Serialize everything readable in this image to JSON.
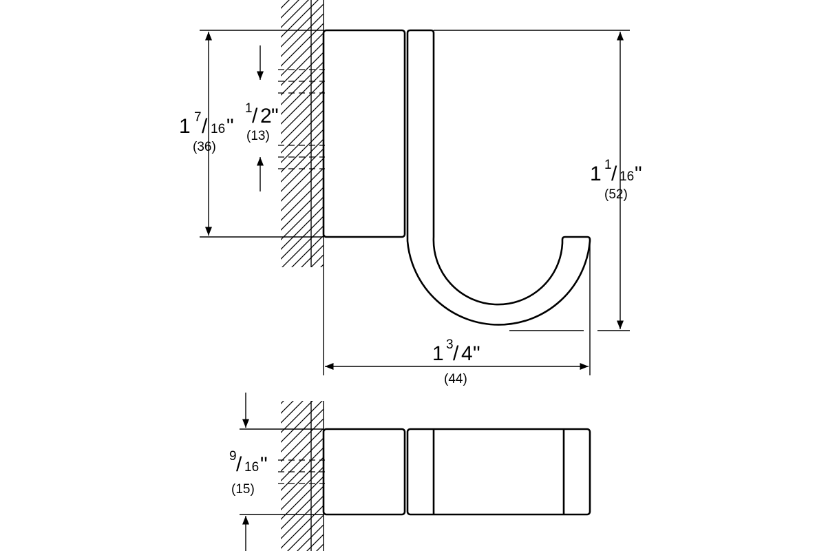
{
  "dimensions": {
    "height_overall": {
      "whole": "1",
      "num": "7",
      "den": "16",
      "unit": "\"",
      "metric": "(36)"
    },
    "hole_spacing": {
      "whole": "",
      "num": "1",
      "den": "2",
      "unit": "\"",
      "metric": "(13)"
    },
    "hook_height": {
      "whole": "1",
      "num": "1",
      "den": "16",
      "unit": "\"",
      "metric": "(52)"
    },
    "projection": {
      "whole": "1",
      "num": "3",
      "den": "4",
      "unit": "\"",
      "metric": "(44)"
    },
    "width": {
      "whole": "",
      "num": "9",
      "den": "16",
      "unit": "\"",
      "metric": "(15)"
    }
  },
  "colors": {
    "line": "#000000",
    "background": "#ffffff"
  }
}
